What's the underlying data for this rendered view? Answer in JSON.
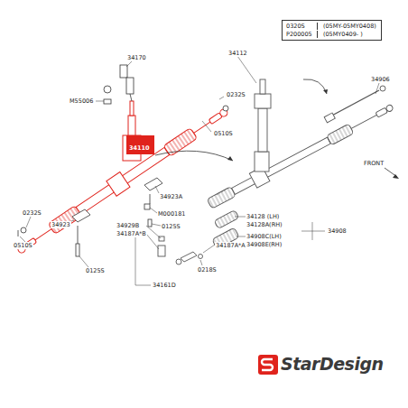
{
  "diagram": {
    "nodes": [
      {
        "text": [
          "0320S",
          "(05MY-05MY0408)",
          "P200005",
          "(05MY0409-    )"
        ]
      },
      {
        "text": [
          "34110"
        ]
      }
    ],
    "labels": [
      "34170",
      "M55006",
      "0232S",
      "0510S",
      "34923A",
      "M000181",
      "0125S",
      "0232S",
      "0510S",
      "34923",
      "0125S",
      "34929B",
      "34187A*B",
      "34161D",
      "0218S",
      "34187A*A",
      "34128 (LH)",
      "34128A(RH)",
      "34908C(LH)",
      "34908E(RH)",
      "34908",
      "34112",
      "34906",
      "FRONT",
      "StarDesign"
    ]
  }
}
